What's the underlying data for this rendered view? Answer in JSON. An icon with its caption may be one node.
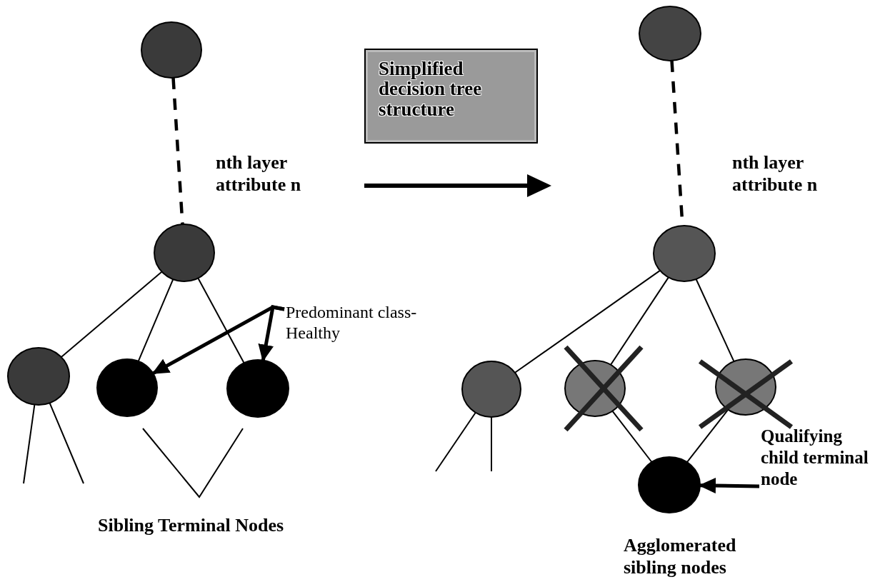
{
  "diagram": {
    "nodes": [
      {
        "text": [],
        "shape": "circle"
      },
      {
        "text": [],
        "shape": "circle"
      },
      {
        "text": [],
        "shape": "circle"
      },
      {
        "text": [],
        "shape": "circle"
      },
      {
        "text": [],
        "shape": "circle"
      },
      {
        "text": [],
        "shape": "circle"
      },
      {
        "text": [],
        "shape": "circle"
      },
      {
        "text": [],
        "shape": "circle"
      },
      {
        "text": [],
        "shape": "circle"
      },
      {
        "text": [],
        "shape": "circle"
      },
      {
        "text": [],
        "shape": "circle"
      },
      {
        "text": [
          "Predominant class-Healthy"
        ]
      },
      {
        "text": [
          "Qualifying child terminal node"
        ]
      },
      {
        "text": [
          "Simplified decision tree structure"
        ]
      }
    ],
    "edges": [
      {
        "from": 0,
        "to": 1,
        "arrow": "none",
        "style": "dashed"
      },
      {
        "from": 1,
        "to": 2,
        "arrow": "none"
      },
      {
        "from": 1,
        "to": 3,
        "arrow": "none"
      },
      {
        "from": 1,
        "to": 4,
        "arrow": "none"
      },
      {
        "from": 2,
        "to": null,
        "arrow": "none"
      },
      {
        "from": 2,
        "to": null,
        "arrow": "none"
      },
      {
        "from": 11,
        "to": 3,
        "arrow": "to",
        "style": "thick"
      },
      {
        "from": 11,
        "to": 4,
        "arrow": "to",
        "style": "thick"
      },
      {
        "from": 5,
        "to": 6,
        "arrow": "none",
        "style": "dashed"
      },
      {
        "from": 6,
        "to": 7,
        "arrow": "none"
      },
      {
        "from": 6,
        "to": 8,
        "arrow": "none"
      },
      {
        "from": 6,
        "to": 9,
        "arrow": "none"
      },
      {
        "from": 7,
        "to": null,
        "arrow": "none"
      },
      {
        "from": 7,
        "to": null,
        "arrow": "none"
      },
      {
        "from": 8,
        "to": 10,
        "arrow": "none"
      },
      {
        "from": 9,
        "to": 10,
        "arrow": "none"
      },
      {
        "from": 12,
        "to": 10,
        "arrow": "to",
        "style": "thick"
      }
    ],
    "labels": [
      "nth layer attribute n",
      "nth layer attribute n",
      "Sibling Terminal Nodes",
      "Agglomerated sibling nodes"
    ]
  }
}
